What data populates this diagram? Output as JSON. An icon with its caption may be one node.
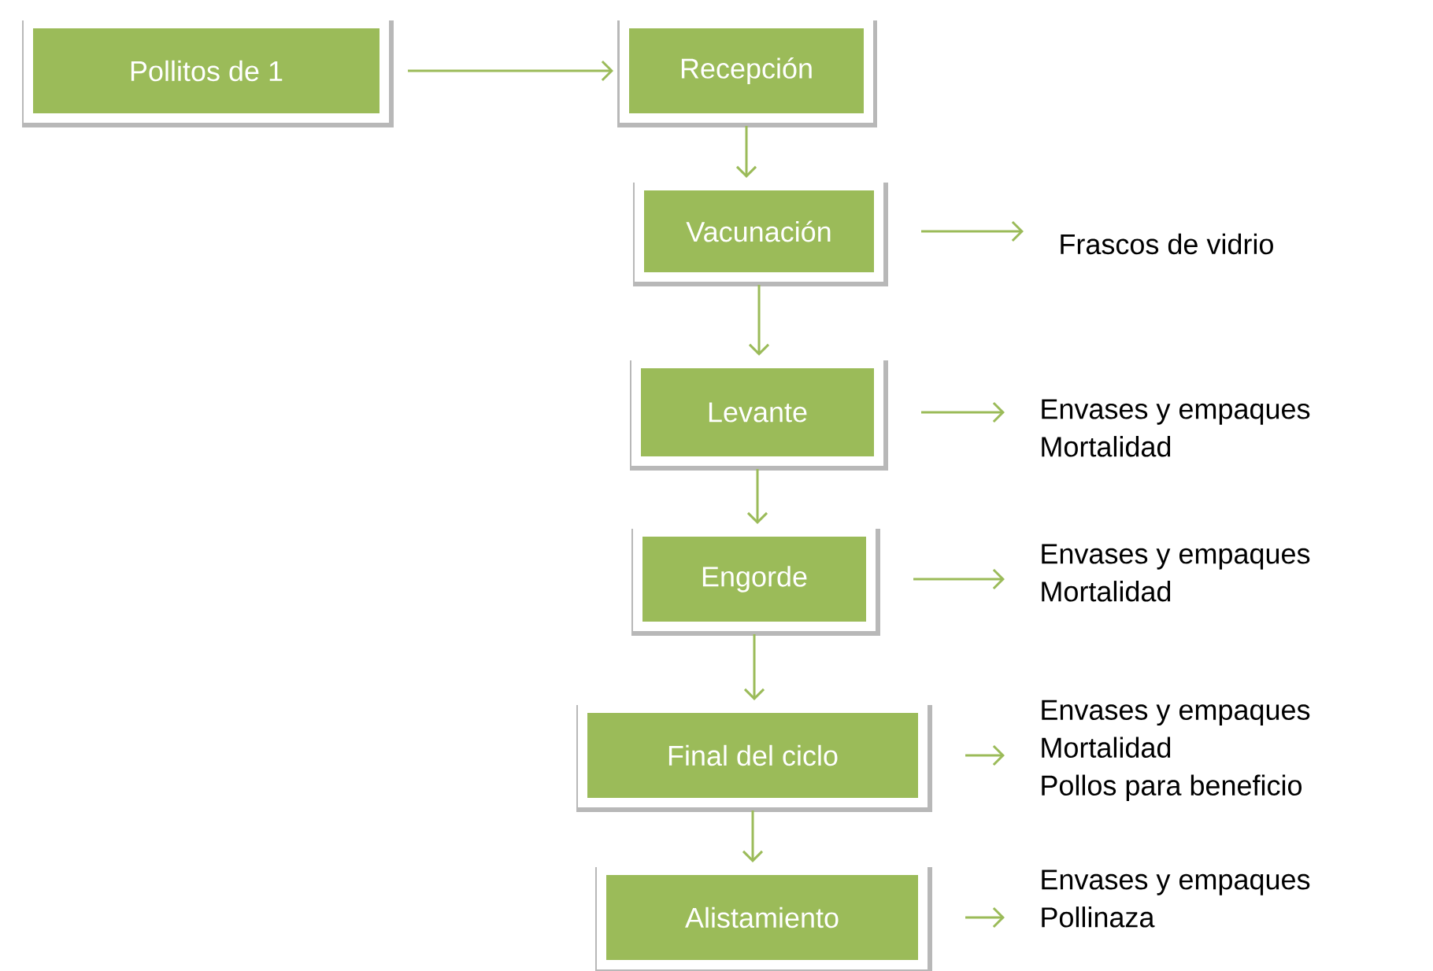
{
  "diagram": {
    "nodes": [
      {
        "text": [
          "Pollitos de 1"
        ]
      },
      {
        "text": [
          "Recepción"
        ]
      },
      {
        "text": [
          "Vacunación"
        ]
      },
      {
        "text": [
          "Frascos de vidrio"
        ]
      },
      {
        "text": [
          "Levante"
        ]
      },
      {
        "text": [
          "Envases y empaques",
          "Mortalidad"
        ]
      },
      {
        "text": [
          "Engorde"
        ]
      },
      {
        "text": [
          "Envases y empaques",
          "Mortalidad"
        ]
      },
      {
        "text": [
          "Final del ciclo"
        ]
      },
      {
        "text": [
          "Envases y empaques",
          "Mortalidad",
          "Pollos para beneficio"
        ]
      },
      {
        "text": [
          "Alistamiento"
        ]
      },
      {
        "text": [
          "Envases y empaques",
          "Pollinaza"
        ]
      }
    ],
    "edges": [
      {
        "from": 0,
        "to": 1,
        "arrow": "to"
      },
      {
        "from": 1,
        "to": 2,
        "arrow": "to"
      },
      {
        "from": 2,
        "to": 3,
        "arrow": "to"
      },
      {
        "from": 2,
        "to": 4,
        "arrow": "to"
      },
      {
        "from": 4,
        "to": 5,
        "arrow": "to"
      },
      {
        "from": 4,
        "to": 6,
        "arrow": "to"
      },
      {
        "from": 6,
        "to": 7,
        "arrow": "to"
      },
      {
        "from": 6,
        "to": 8,
        "arrow": "to"
      },
      {
        "from": 8,
        "to": 9,
        "arrow": "to"
      },
      {
        "from": 8,
        "to": 10,
        "arrow": "to"
      },
      {
        "from": 10,
        "to": 11,
        "arrow": "to"
      }
    ]
  }
}
